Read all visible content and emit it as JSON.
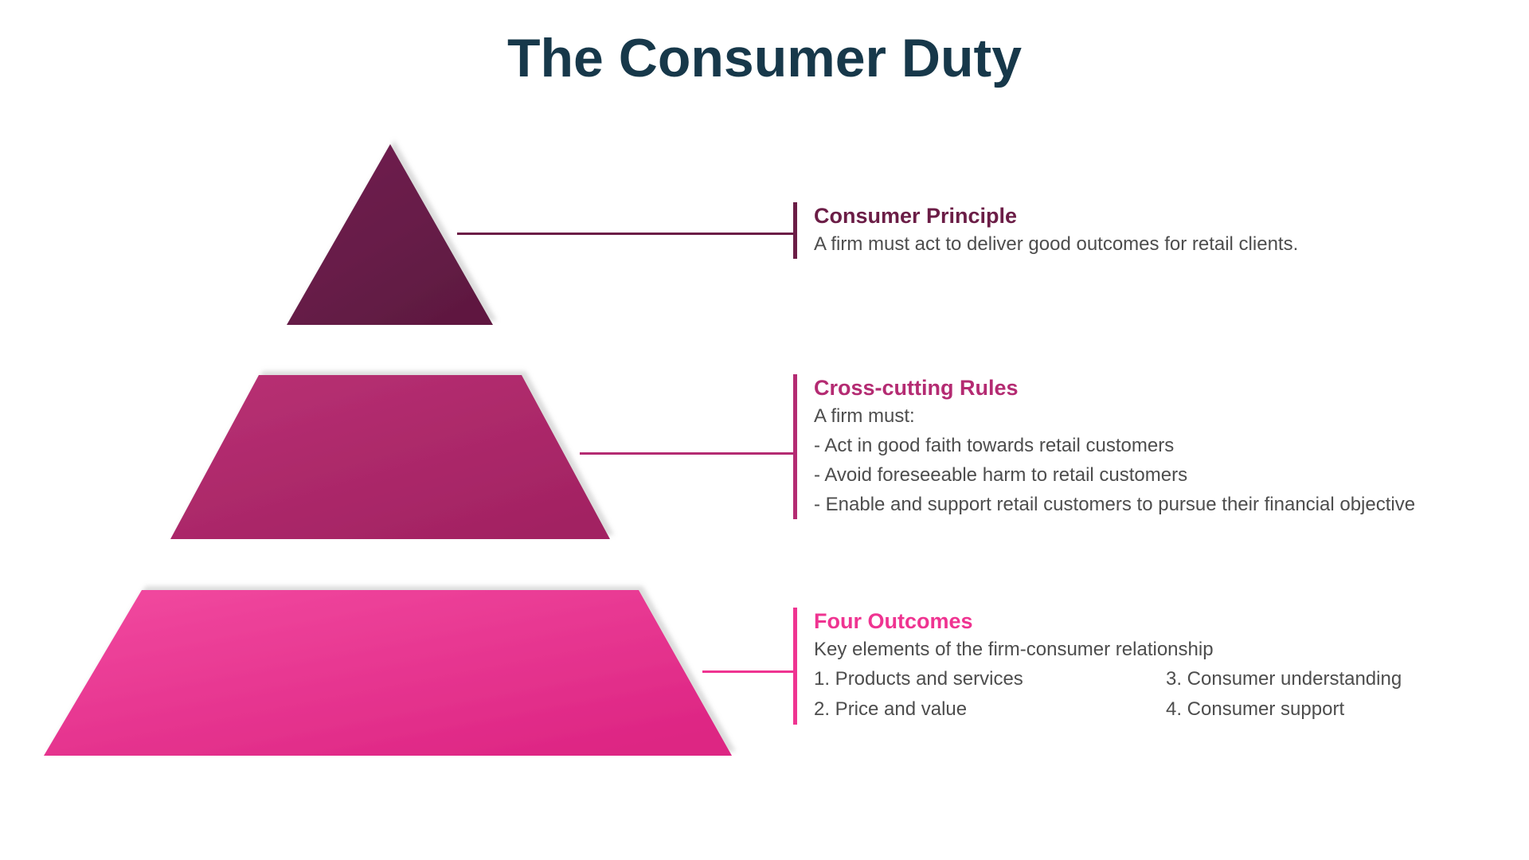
{
  "title": "The Consumer Duty",
  "colors": {
    "title_text": "#17384A",
    "body_text": "#4D4D4D",
    "tier1_fill": "#6B1E4A",
    "tier2_fill": "#B02A6C",
    "tier3_fill": "#E93190",
    "accent_tier1": "#6B1D46",
    "accent_tier2": "#B42B72",
    "accent_tier3": "#EF3491"
  },
  "pyramid": {
    "tiers": [
      {
        "level": 1,
        "label": "Consumer Principle"
      },
      {
        "level": 2,
        "label": "Cross-cutting Rules"
      },
      {
        "level": 3,
        "label": "Four Outcomes"
      }
    ]
  },
  "sections": [
    {
      "heading": "Consumer Principle",
      "lines": [
        "A firm must act to deliver good outcomes for retail clients."
      ]
    },
    {
      "heading": "Cross-cutting Rules",
      "lines": [
        "A firm must:",
        "- Act in good faith towards retail customers",
        "- Avoid foreseeable harm to retail customers",
        "- Enable and support retail customers to pursue their financial objective"
      ]
    },
    {
      "heading": "Four Outcomes",
      "lines": [
        "Key elements of the firm-consumer relationship"
      ],
      "outcomes": [
        "1. Products and services",
        "2. Price and value",
        "3. Consumer understanding",
        "4. Consumer support"
      ]
    }
  ]
}
